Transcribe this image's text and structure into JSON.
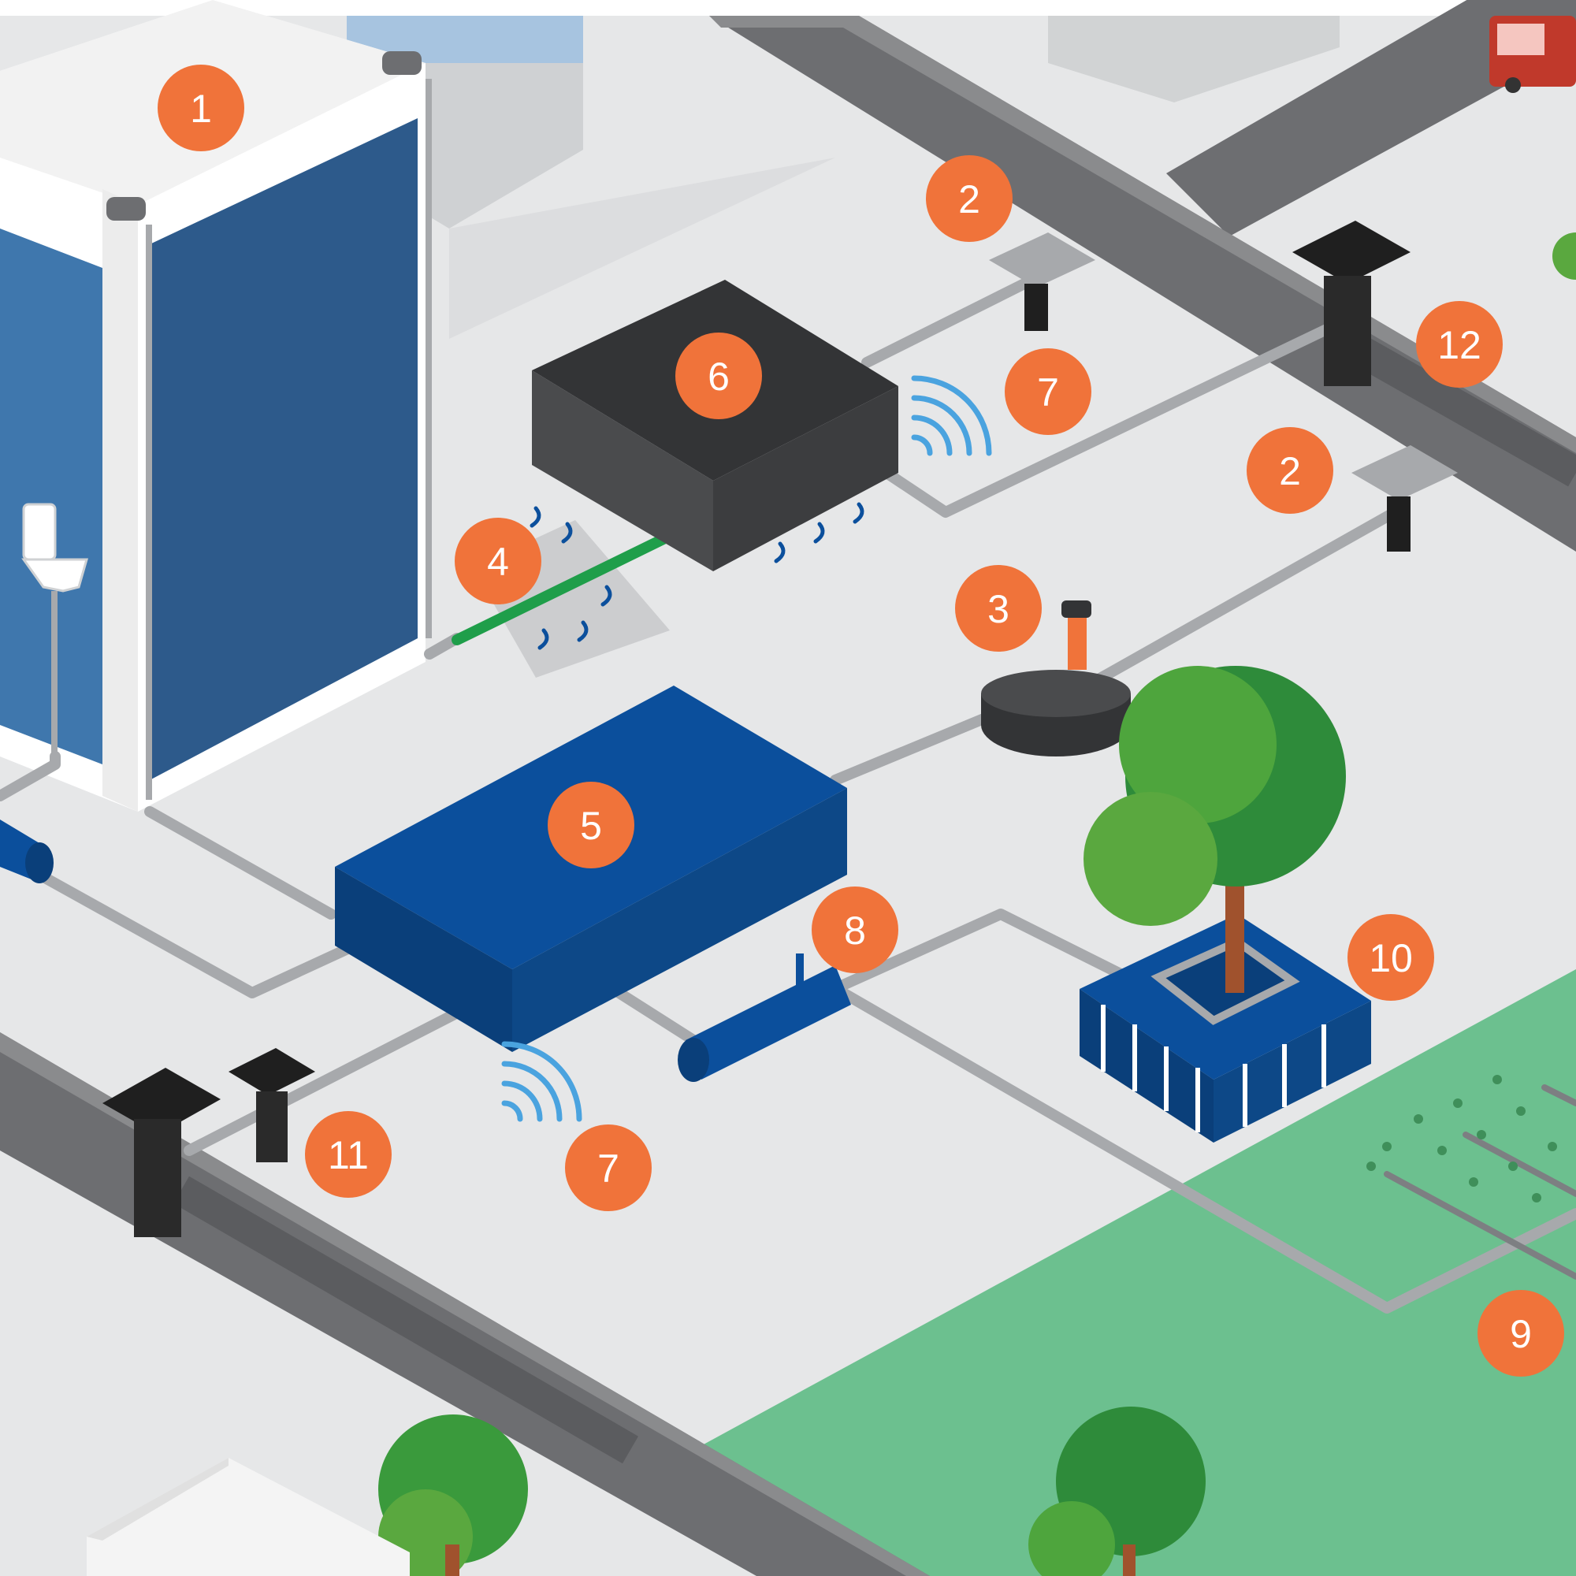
{
  "colors": {
    "ground": "#e6e7e8",
    "road": "#6d6e71",
    "road_edge": "#8a8b8d",
    "lawn": "#6cc08f",
    "pipe": "#a7a9ac",
    "pipe_dark": "#7d7f82",
    "badge": "#f0733a",
    "tank_blue_top": "#0b4f9c",
    "tank_blue_side": "#0a3f7a",
    "tank_dark_top": "#333436",
    "tank_dark_side": "#4a4b4d",
    "glass": "#3a6ea5",
    "green_pipe": "#1f9e4a",
    "signal": "#4aa3df",
    "tree_light": "#7dbb42",
    "tree_dark": "#2e8b3a",
    "trunk": "#a0522d",
    "car": "#c0392b"
  },
  "icons": {
    "toilet": "toilet-icon",
    "wireless": "wireless-signal-icon",
    "drain_grate": "drain-grate-icon",
    "tree": "tree-icon",
    "pit": "pit-icon",
    "car": "car-icon"
  },
  "labels": {
    "b1": "1",
    "b2a": "2",
    "b2b": "2",
    "b3": "3",
    "b4": "4",
    "b5": "5",
    "b6": "6",
    "b7a": "7",
    "b7b": "7",
    "b8": "8",
    "b9": "9",
    "b10": "10",
    "b11": "11",
    "b12": "12"
  }
}
